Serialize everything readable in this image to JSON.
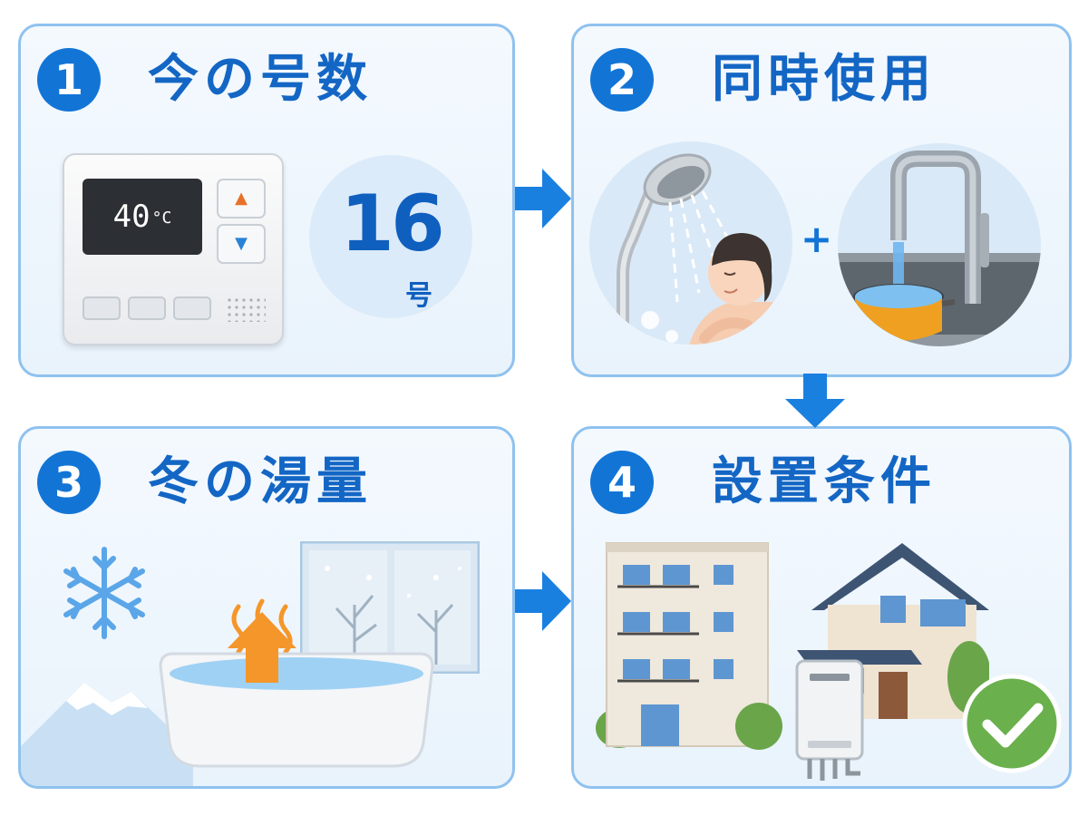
{
  "steps": [
    {
      "number": "1",
      "title": "今の号数"
    },
    {
      "number": "2",
      "title": "同時使用"
    },
    {
      "number": "3",
      "title": "冬の湯量"
    },
    {
      "number": "4",
      "title": "設置条件"
    }
  ],
  "remote": {
    "temperature": "40",
    "temp_unit": "°C",
    "up_symbol": "▲",
    "down_symbol": "▼"
  },
  "capacity": {
    "value": "16",
    "unit": "号"
  },
  "plus_symbol": "+",
  "colors": {
    "accent": "#1275d6",
    "title": "#1366c4",
    "panel_border": "#8fc2ef",
    "check": "#6ab04c",
    "heat_arrow": "#f5962a"
  },
  "icons": [
    "remote-control-icon",
    "shower-head-icon",
    "person-showering-icon",
    "kitchen-faucet-icon",
    "pot-icon",
    "snowflake-icon",
    "mountain-icon",
    "bathtub-icon",
    "steam-icon",
    "window-icon",
    "apartment-building-icon",
    "house-icon",
    "water-heater-icon",
    "check-circle-icon",
    "arrow-right-icon",
    "arrow-down-icon"
  ]
}
